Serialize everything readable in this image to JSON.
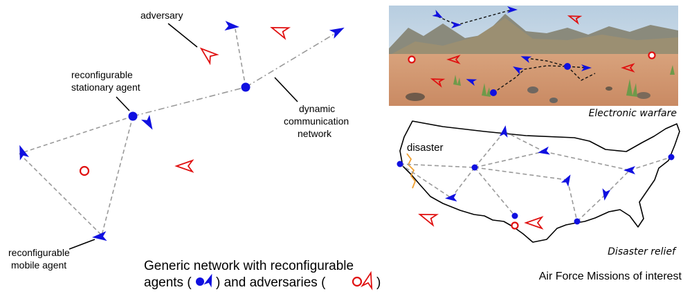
{
  "labels": {
    "adversary": "adversary",
    "stationary_line1": "reconfigurable",
    "stationary_line2": "stationary agent",
    "dynamic_line1": "dynamic",
    "dynamic_line2": "communication",
    "dynamic_line3": "network",
    "mobile_line1": "reconfigurable",
    "mobile_line2": "mobile agent",
    "disaster": "disaster"
  },
  "caption_generic": {
    "line1": "Generic network with reconfigurable",
    "line2_a": "agents (",
    "line2_b": ") and adversaries  (",
    "line2_c": ")"
  },
  "captions": {
    "electronic_warfare": "Electronic warfare",
    "disaster_relief": "Disaster relief",
    "missions": "Air Force Missions of interest"
  },
  "colors": {
    "agent": "#1010e0",
    "adversary": "#e01010",
    "link": "#9a9a9a"
  }
}
